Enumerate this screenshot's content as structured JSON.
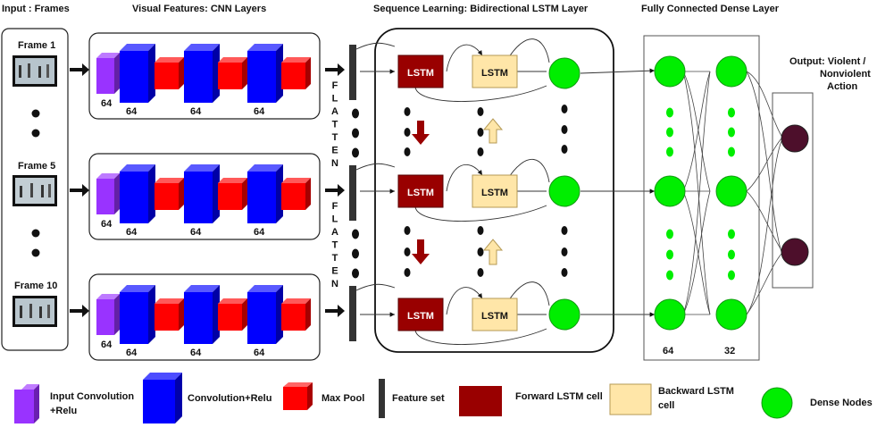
{
  "headings": {
    "input": "Input : Frames",
    "cnn": "Visual Features: CNN Layers",
    "lstm": "Sequence Learning: Bidirectional LSTM Layer",
    "dense": "Fully Connected Dense Layer",
    "output": [
      "Output: Violent /",
      "Nonviolent",
      "Action"
    ]
  },
  "frames": [
    "Frame 1",
    "Frame 5",
    "Frame 10"
  ],
  "cnn_units": [
    "64",
    "64",
    "64",
    "64"
  ],
  "flatten_letters": [
    "F",
    "L",
    "A",
    "T",
    "T",
    "E",
    "N"
  ],
  "lstm_cell_label": "LSTM",
  "dense_counts": [
    "64",
    "32"
  ],
  "legend": {
    "input_conv": [
      "Input Convolution",
      "+Relu"
    ],
    "conv": "Convolution+Relu",
    "maxpool": "Max Pool",
    "feature": "Feature set",
    "forward": "Forward LSTM cell",
    "backward": [
      "Backward LSTM",
      "cell"
    ],
    "dense": "Dense Nodes"
  },
  "colors": {
    "input_conv": "#9933ff",
    "conv": "#0000ff",
    "maxpool": "#ff0000",
    "forward_lstm": "#990000",
    "backward_lstm": "#ffe6a8",
    "dense_node": "#00ee00",
    "output_node": "#4d0f2b",
    "feature_bar": "#333333"
  }
}
